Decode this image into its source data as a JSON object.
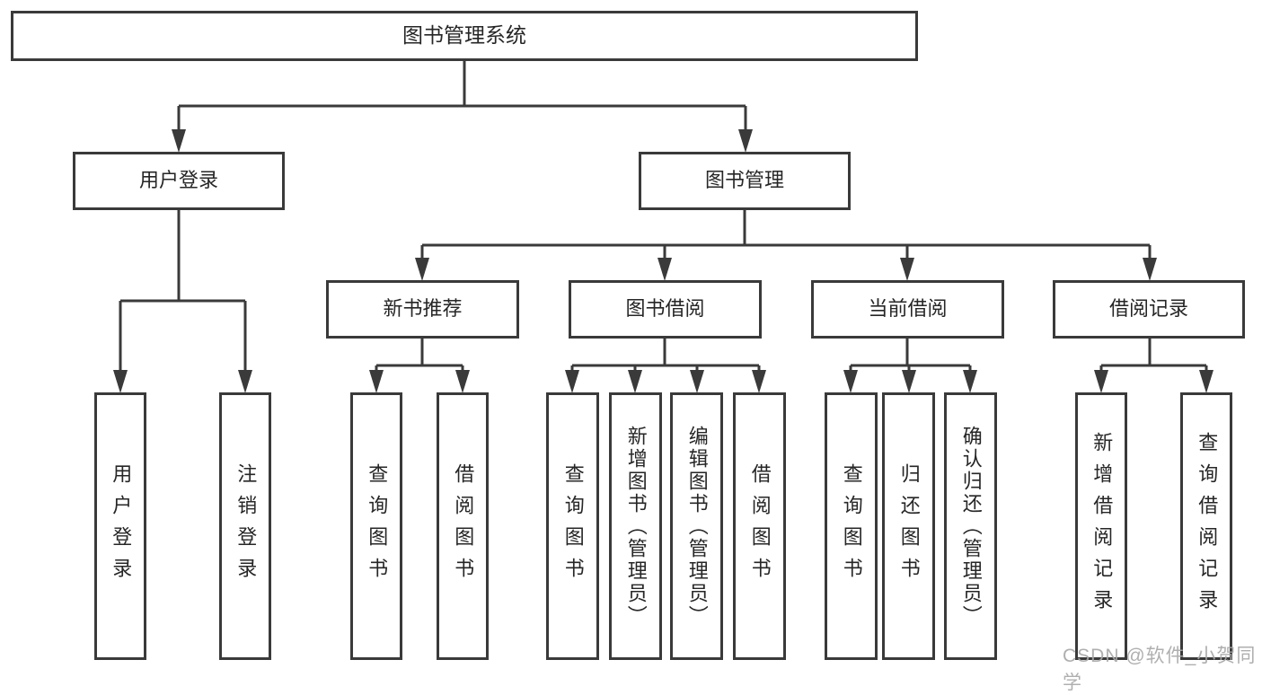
{
  "diagram": {
    "title": "图书管理系统",
    "colors": {
      "line": "#3a3a3a",
      "text": "#262626",
      "background": "#ffffff",
      "watermark": "#a8a8a8"
    },
    "root": {
      "label": "图书管理系统"
    },
    "level1": [
      {
        "id": "user-login",
        "label": "用户登录"
      },
      {
        "id": "book-management",
        "label": "图书管理"
      }
    ],
    "level2": [
      {
        "id": "new-book-recommend",
        "parent": "book-management",
        "label": "新书推荐"
      },
      {
        "id": "book-borrow",
        "parent": "book-management",
        "label": "图书借阅"
      },
      {
        "id": "current-borrow",
        "parent": "book-management",
        "label": "当前借阅"
      },
      {
        "id": "borrow-records",
        "parent": "book-management",
        "label": "借阅记录"
      }
    ],
    "leaves": [
      {
        "parent": "user-login",
        "label": "用户登录"
      },
      {
        "parent": "user-login",
        "label": "注销登录"
      },
      {
        "parent": "new-book-recommend",
        "label": "查询图书"
      },
      {
        "parent": "new-book-recommend",
        "label": "借阅图书"
      },
      {
        "parent": "book-borrow",
        "label": "查询图书"
      },
      {
        "parent": "book-borrow",
        "label": "新增图书（管理员）"
      },
      {
        "parent": "book-borrow",
        "label": "编辑图书（管理员）"
      },
      {
        "parent": "book-borrow",
        "label": "借阅图书"
      },
      {
        "parent": "current-borrow",
        "label": "查询图书"
      },
      {
        "parent": "current-borrow",
        "label": "归还图书"
      },
      {
        "parent": "current-borrow",
        "label": "确认归还（管理员）"
      },
      {
        "parent": "borrow-records",
        "label": "新增借阅记录"
      },
      {
        "parent": "borrow-records",
        "label": "查询借阅记录"
      }
    ],
    "watermark": "CSDN @软件_小贺同学"
  }
}
